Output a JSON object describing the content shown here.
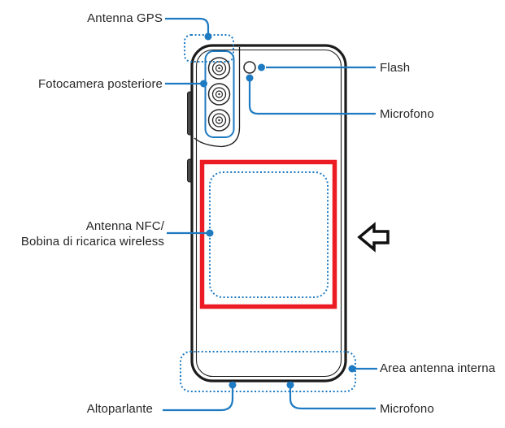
{
  "figure": {
    "type": "device-rear-diagram",
    "language": "it",
    "labels": {
      "antenna_gps": "Antenna GPS",
      "fotocamera_posteriore": "Fotocamera posteriore",
      "flash": "Flash",
      "microfono_top": "Microfono",
      "antenna_nfc_line1": "Antenna NFC/",
      "antenna_nfc_line2": "Bobina di ricarica wireless",
      "area_antenna_interna": "Area antenna interna",
      "altoparlante": "Altoparlante",
      "microfono_bottom": "Microfono"
    },
    "icons": [
      "phone-back-outline",
      "camera-module-icon",
      "camera-lens-icon",
      "flash-led-icon",
      "side-buttons-icon",
      "nfc-area-red-highlight",
      "nfc-coil-dotted-area",
      "gps-antenna-dotted-area",
      "internal-antenna-dotted-area",
      "left-direction-arrow-icon"
    ],
    "colors": {
      "callout_blue": "#1e7ac1",
      "highlight_red": "#ec1c24",
      "outline_black": "#1c1c1c",
      "button_gray": "#4a4a4a",
      "label_text": "#262626",
      "background": "#ffffff"
    }
  }
}
